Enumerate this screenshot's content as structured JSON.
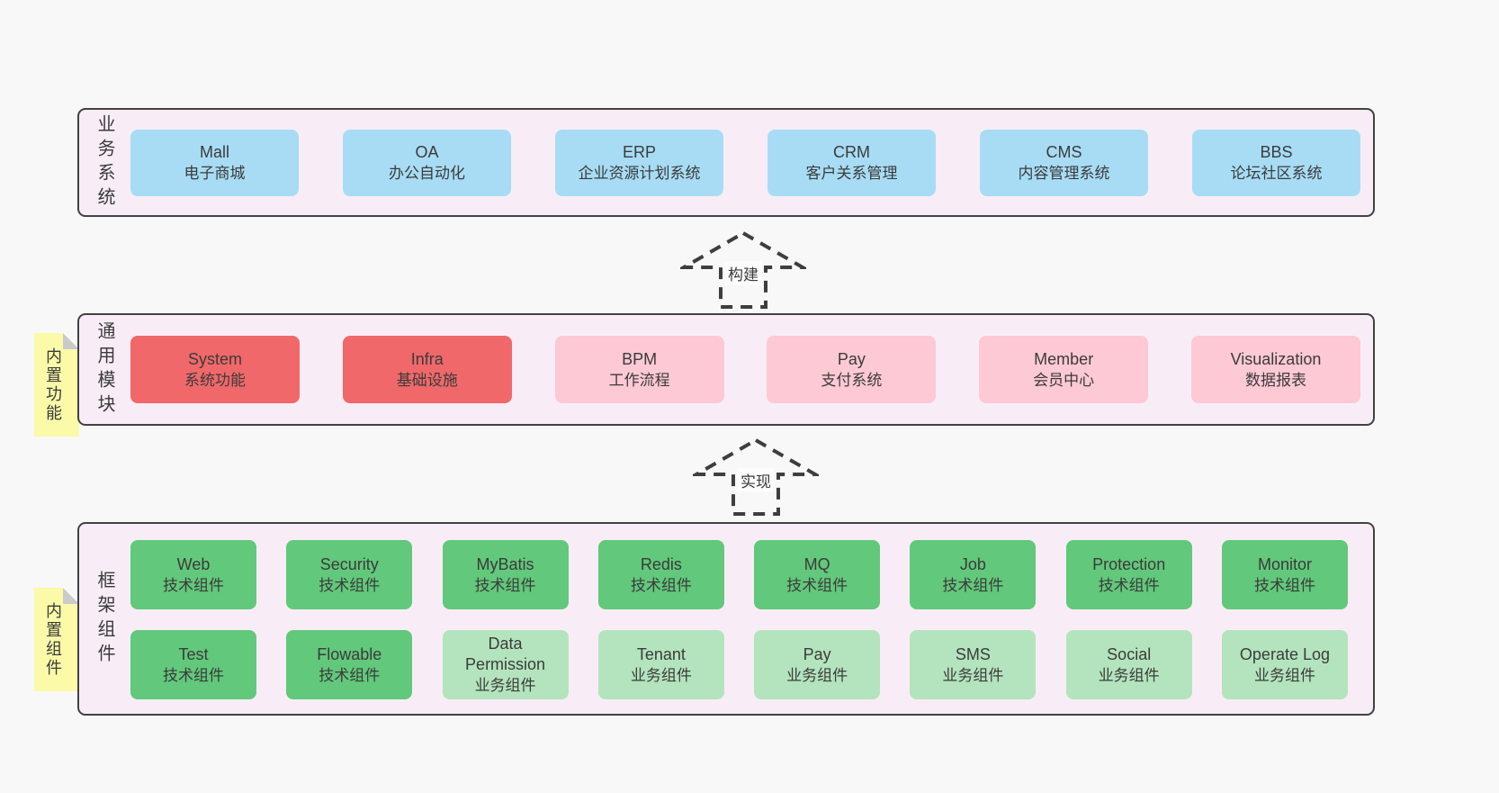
{
  "arrows": [
    {
      "id": "build",
      "label": "构建"
    },
    {
      "id": "implement",
      "label": "实现"
    }
  ],
  "layers": [
    {
      "id": "business-systems",
      "side_label": "业务系统",
      "note": "",
      "rows": [
        [
          {
            "name": "Mall",
            "desc": "电子商城",
            "variant": "blue"
          },
          {
            "name": "OA",
            "desc": "办公自动化",
            "variant": "blue"
          },
          {
            "name": "ERP",
            "desc": "企业资源计划系统",
            "variant": "blue"
          },
          {
            "name": "CRM",
            "desc": "客户关系管理",
            "variant": "blue"
          },
          {
            "name": "CMS",
            "desc": "内容管理系统",
            "variant": "blue"
          },
          {
            "name": "BBS",
            "desc": "论坛社区系统",
            "variant": "blue"
          }
        ]
      ]
    },
    {
      "id": "common-modules",
      "side_label": "通用模块",
      "note": "内置功能",
      "rows": [
        [
          {
            "name": "System",
            "desc": "系统功能",
            "variant": "red"
          },
          {
            "name": "Infra",
            "desc": "基础设施",
            "variant": "red"
          },
          {
            "name": "BPM",
            "desc": "工作流程",
            "variant": "pink"
          },
          {
            "name": "Pay",
            "desc": "支付系统",
            "variant": "pink"
          },
          {
            "name": "Member",
            "desc": "会员中心",
            "variant": "pink"
          },
          {
            "name": "Visualization",
            "desc": "数据报表",
            "variant": "pink"
          }
        ]
      ]
    },
    {
      "id": "framework-components",
      "side_label": "框架组件",
      "note": "内置组件",
      "rows": [
        [
          {
            "name": "Web",
            "desc": "技术组件",
            "variant": "green"
          },
          {
            "name": "Security",
            "desc": "技术组件",
            "variant": "green"
          },
          {
            "name": "MyBatis",
            "desc": "技术组件",
            "variant": "green"
          },
          {
            "name": "Redis",
            "desc": "技术组件",
            "variant": "green"
          },
          {
            "name": "MQ",
            "desc": "技术组件",
            "variant": "green"
          },
          {
            "name": "Job",
            "desc": "技术组件",
            "variant": "green"
          },
          {
            "name": "Protection",
            "desc": "技术组件",
            "variant": "green"
          },
          {
            "name": "Monitor",
            "desc": "技术组件",
            "variant": "green"
          }
        ],
        [
          {
            "name": "Test",
            "desc": "技术组件",
            "variant": "green"
          },
          {
            "name": "Flowable",
            "desc": "技术组件",
            "variant": "green"
          },
          {
            "name": "Data Permission",
            "desc": "业务组件",
            "variant": "lightgreen"
          },
          {
            "name": "Tenant",
            "desc": "业务组件",
            "variant": "lightgreen"
          },
          {
            "name": "Pay",
            "desc": "业务组件",
            "variant": "lightgreen"
          },
          {
            "name": "SMS",
            "desc": "业务组件",
            "variant": "lightgreen"
          },
          {
            "name": "Social",
            "desc": "业务组件",
            "variant": "lightgreen"
          },
          {
            "name": "Operate Log",
            "desc": "业务组件",
            "variant": "lightgreen"
          }
        ]
      ]
    }
  ],
  "colors": {
    "blue": "#a8dcf5",
    "red": "#f0686a",
    "pink": "#fcc9d4",
    "green": "#62c87b",
    "lightgreen": "#b3e4bd",
    "panel_bg": "#f8edf6",
    "panel_border": "#424242",
    "note_bg": "#fafaa8",
    "arrow": "#3e3e3e"
  }
}
